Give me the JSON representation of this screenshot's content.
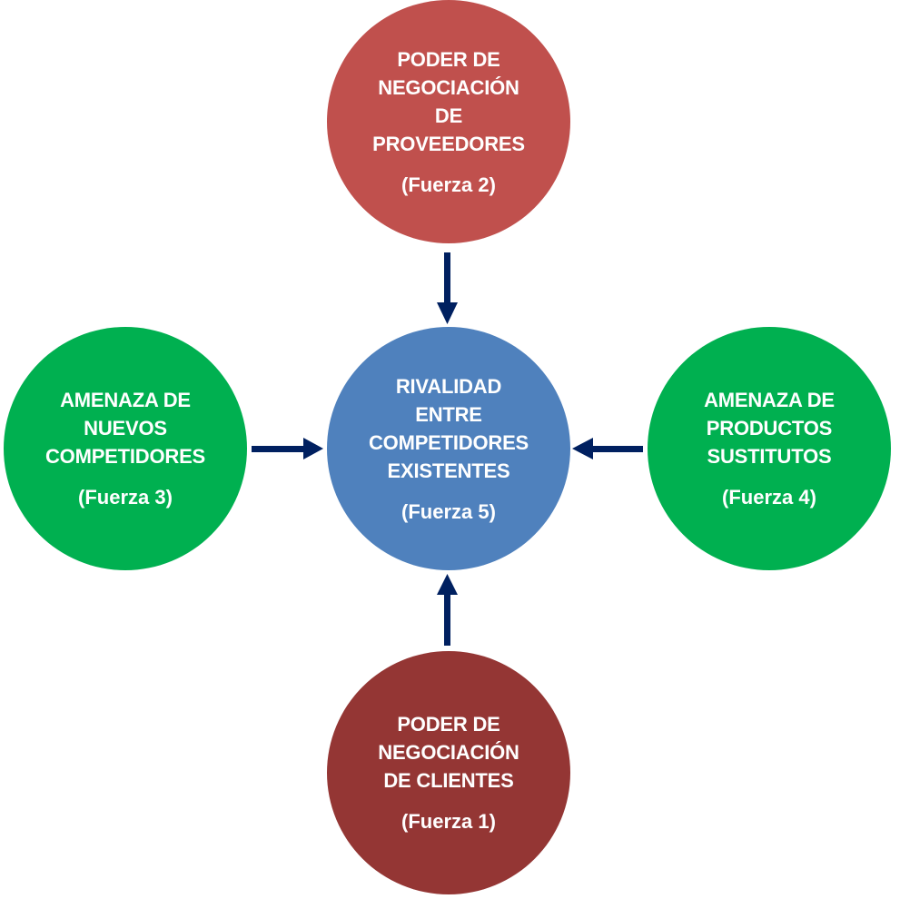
{
  "diagram": {
    "center": {
      "id": "force-5",
      "title": "RIVALIDAD\nENTRE\nCOMPETIDORES\nEXISTENTES",
      "subtitle": "(Fuerza 5)",
      "color": "#4F81BD"
    },
    "forces": [
      {
        "id": "force-2",
        "position": "top",
        "title": "PODER DE\nNEGOCIACIÓN\nDE\nPROVEEDORES",
        "subtitle": "(Fuerza 2)",
        "color": "#C0504D"
      },
      {
        "id": "force-3",
        "position": "left",
        "title": "AMENAZA DE\nNUEVOS\nCOMPETIDORES",
        "subtitle": "(Fuerza 3)",
        "color": "#00B050"
      },
      {
        "id": "force-4",
        "position": "right",
        "title": "AMENAZA DE\nPRODUCTOS\nSUSTITUTOS",
        "subtitle": "(Fuerza 4)",
        "color": "#00B050"
      },
      {
        "id": "force-1",
        "position": "bottom",
        "title": "PODER DE\nNEGOCIACIÓN\nDE CLIENTES",
        "subtitle": "(Fuerza 1)",
        "color": "#943634"
      }
    ],
    "arrows": [
      {
        "from": "force-2",
        "to": "force-5",
        "direction": "down"
      },
      {
        "from": "force-3",
        "to": "force-5",
        "direction": "right"
      },
      {
        "from": "force-4",
        "to": "force-5",
        "direction": "left"
      },
      {
        "from": "force-1",
        "to": "force-5",
        "direction": "up"
      }
    ],
    "arrow_color": "#002060"
  }
}
